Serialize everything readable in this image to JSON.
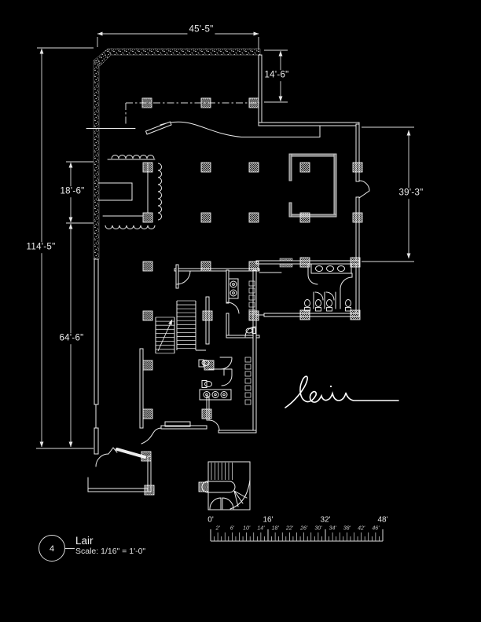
{
  "drawing": {
    "title": "Lair",
    "callout_number": "4",
    "scale_note": "Scale: 1/16\" = 1'-0\"",
    "signature": "lair"
  },
  "dimensions": {
    "top_width": "45'-5\"",
    "upper_right": "14'-6\"",
    "right_height": "39'-3\"",
    "left_upper": "18'-6\"",
    "left_total": "114'-5\"",
    "left_lower": "64'-6\""
  },
  "scale_bar": {
    "major_labels": [
      "0'",
      "16'",
      "32'",
      "48'"
    ],
    "minor_labels": [
      "2'",
      "6'",
      "10'",
      "14'",
      "18'",
      "22'",
      "26'",
      "30'",
      "34'",
      "38'",
      "42'",
      "46'"
    ]
  },
  "colors": {
    "background": "#000000",
    "line": "#ffffff"
  }
}
